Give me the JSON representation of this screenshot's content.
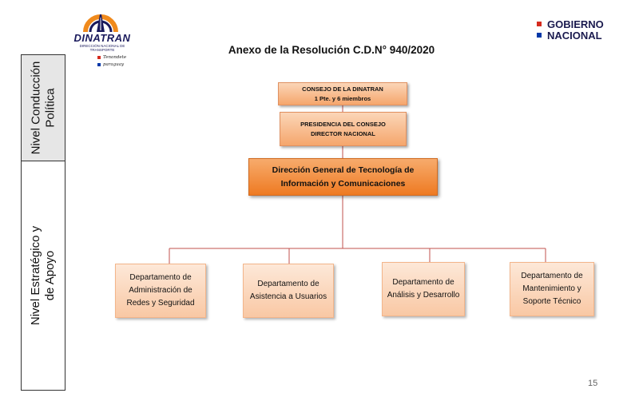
{
  "header": {
    "title": "Anexo de la Resolución C.D.N° 940/2020",
    "logo_dinatran": "DINATRAN",
    "logo_dinatran_subtitle": "DIRECCIÓN NACIONAL DE TRANSPORTE",
    "slogan_line1": "Tenondete",
    "slogan_line2": "paraguay",
    "gov_line1": "GOBIERNO",
    "gov_line2": "NACIONAL"
  },
  "levels": {
    "top": "Nivel Conducción Política",
    "top_line1": "Nivel Conducción",
    "top_line2": "Política",
    "bottom_line1": "Nivel Estratégico y",
    "bottom_line2": "de Apoyo"
  },
  "org": {
    "consejo_line1": "CONSEJO DE LA DINATRAN",
    "consejo_line2": "1 Pte. y 6 miembros",
    "presidencia_line1": "PRESIDENCIA DEL CONSEJO",
    "presidencia_line2": "DIRECTOR NACIONAL",
    "direccion_line1": "Dirección General de Tecnología de",
    "direccion_line2": "Información y Comunicaciones",
    "departments": [
      {
        "l1": "Departamento de",
        "l2": "Administración de",
        "l3": "Redes y Seguridad"
      },
      {
        "l1": "Departamento de",
        "l2": "Asistencia a Usuarios"
      },
      {
        "l1": "Departamento de",
        "l2": "Análisis y Desarrollo"
      },
      {
        "l1": "Departamento de",
        "l2": "Mantenimiento y",
        "l3": "Soporte Técnico"
      }
    ]
  },
  "footer": {
    "page_number": "15"
  },
  "colors": {
    "accent_orange": "#ee7a22",
    "connector": "#c0504d",
    "gov_red": "#d52b1e",
    "gov_blue": "#0038a8"
  }
}
